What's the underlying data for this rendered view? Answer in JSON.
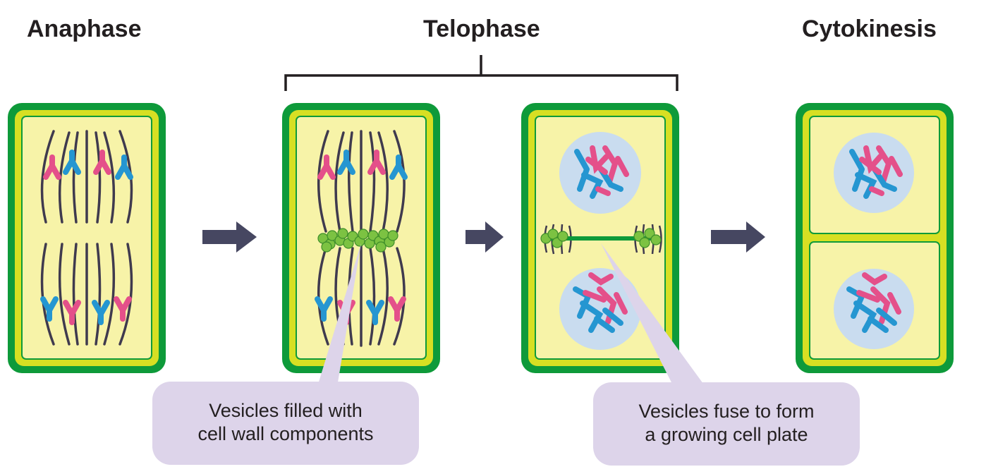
{
  "stages": {
    "anaphase": "Anaphase",
    "telophase": "Telophase",
    "cytokinesis": "Cytokinesis"
  },
  "callouts": {
    "vesicles_components": [
      "Vesicles filled with",
      "cell wall components"
    ],
    "vesicles_fuse": [
      "Vesicles fuse to form",
      "a growing cell plate"
    ]
  },
  "colors": {
    "cell_wall_outer": "#0e9a3a",
    "cell_wall_inner": "#d7df23",
    "cytoplasm": "#f7f3a8",
    "nucleus": "#c9dcef",
    "chromosome_pink": "#e4508a",
    "chromosome_blue": "#2596d1",
    "spindle": "#3f3a4e",
    "vesicle": "#7cc242",
    "arrow": "#464761",
    "callout_fill": "#ddd4ea"
  },
  "icons": [
    "right-arrow-icon",
    "right-arrow-icon",
    "right-arrow-icon"
  ]
}
